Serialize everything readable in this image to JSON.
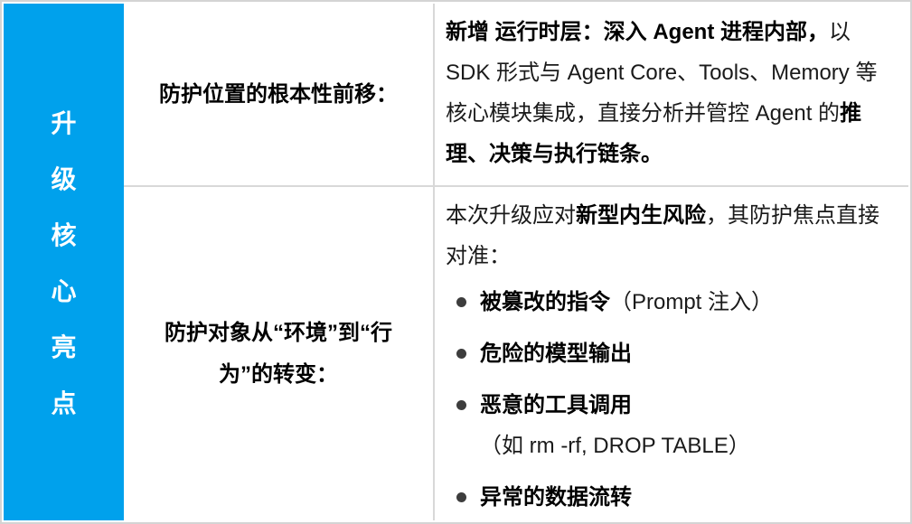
{
  "page": {
    "background": "#ffffff",
    "border_color": "#d4d4d4"
  },
  "table": {
    "header": {
      "text": "升级核心亮点",
      "chars": [
        "升",
        "级",
        "核",
        "心",
        "亮",
        "点"
      ],
      "bg_color": "#00A1EC",
      "text_color": "#ffffff"
    },
    "rows": [
      {
        "label": "防护位置的根本性前移：",
        "content": {
          "seg_bold_lead": "新增 运行时层：深入 Agent 进程内部，",
          "seg_normal": "以 SDK 形式与 Agent Core、Tools、Memory 等核心模块集成，直接分析并管控 Agent 的",
          "seg_bold_tail": "推理、决策与执行链条。"
        }
      },
      {
        "label": "防护对象从“环境”到“行为”的转变：",
        "content": {
          "intro_normal_1": "本次升级应对",
          "intro_bold": "新型内生风险",
          "intro_normal_2": "，其防护焦点直接对准：",
          "bullets": [
            {
              "bold": "被篡改的指令",
              "normal": "（Prompt 注入）"
            },
            {
              "bold": "危险的模型输出",
              "normal": ""
            },
            {
              "bold": "恶意的工具调用",
              "normal": "（如 rm -rf, DROP TABLE）"
            },
            {
              "bold": "异常的数据流转",
              "normal": ""
            }
          ]
        }
      }
    ]
  }
}
